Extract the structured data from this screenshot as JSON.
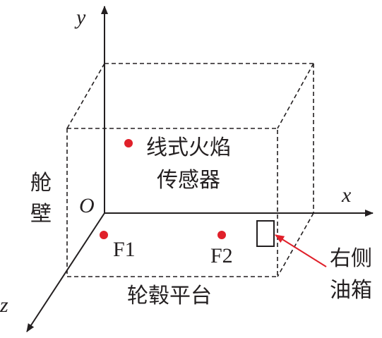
{
  "axes": {
    "x_label": "x",
    "y_label": "y",
    "z_label": "z",
    "origin_label": "O"
  },
  "labels": {
    "sensor_line1": "线式火焰",
    "sensor_line2": "传感器",
    "wall_char1": "舱",
    "wall_char2": "壁",
    "platform": "轮毂平台",
    "tank_line1": "右侧",
    "tank_line2": "油箱",
    "f1": "F1",
    "f2": "F2"
  },
  "colors": {
    "line": "#231f20",
    "marker": "#e0202a",
    "arrow": "#e0202a"
  }
}
